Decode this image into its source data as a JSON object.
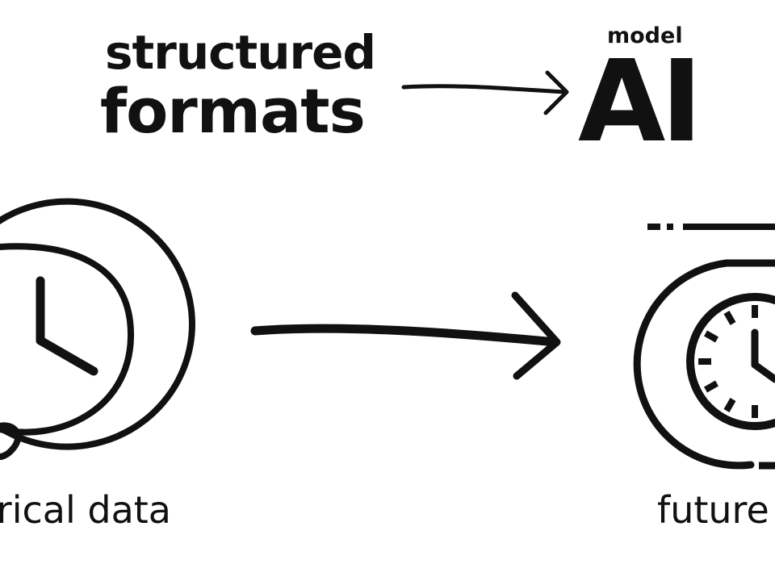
{
  "diagram": {
    "top_row": {
      "source_line1": "structured",
      "source_line2": "formats",
      "target_caption": "model",
      "target_label": "AI"
    },
    "bottom_row": {
      "source_label": "historical data",
      "target_label": "future"
    }
  },
  "icons": {
    "arrow_top": "arrow-right-icon",
    "arrow_bottom": "arrow-right-icon",
    "historical_clock": "clock-icon",
    "future_clock": "clock-forward-icon"
  },
  "colors": {
    "ink": "#111111",
    "background": "#ffffff"
  }
}
